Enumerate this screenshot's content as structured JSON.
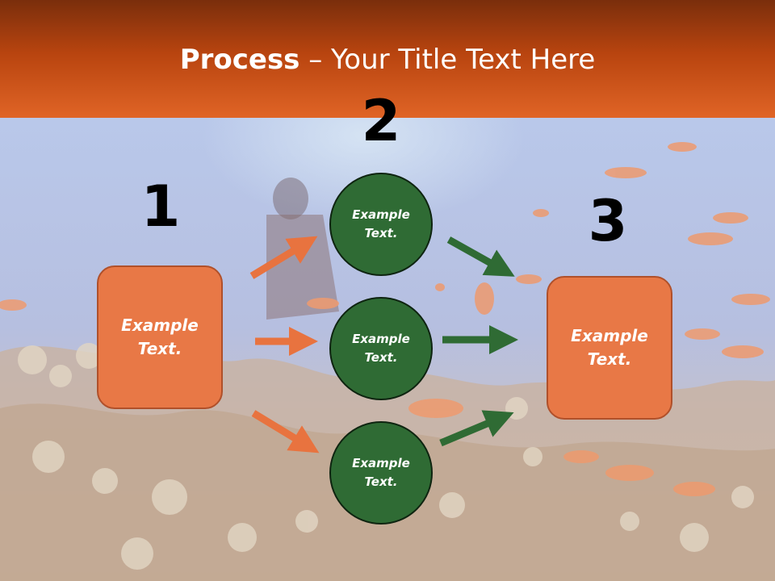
{
  "title": {
    "bold": "Process",
    "rest": " – Your Title Text Here"
  },
  "steps": [
    {
      "number": "1",
      "label": "Example\nText."
    },
    {
      "number": "2",
      "label": "Example\nText."
    },
    {
      "number": "3",
      "label": "Example\nText."
    }
  ],
  "middle": [
    {
      "label": "Example\nText."
    },
    {
      "label": "Example\nText."
    },
    {
      "label": "Example\nText."
    }
  ],
  "colors": {
    "header": "#c24a14",
    "box": "#e87846",
    "circle": "#2f6b34",
    "arrow_orange": "#e8733f",
    "arrow_green": "#2f6b34"
  }
}
